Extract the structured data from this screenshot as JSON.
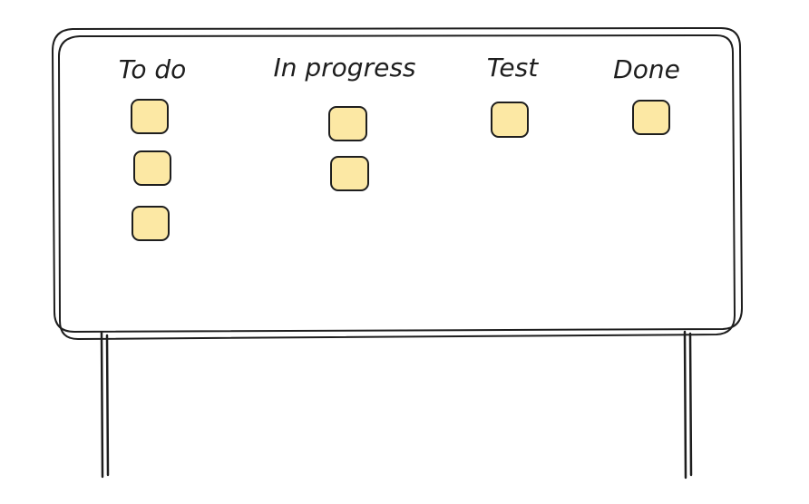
{
  "board": {
    "columns": [
      {
        "title": "To do",
        "cards": 3
      },
      {
        "title": "In progress",
        "cards": 2
      },
      {
        "title": "Test",
        "cards": 1
      },
      {
        "title": "Done",
        "cards": 1
      }
    ]
  },
  "colors": {
    "card_fill": "#fce8a4",
    "stroke": "#1e1e1e",
    "background": "#ffffff"
  }
}
